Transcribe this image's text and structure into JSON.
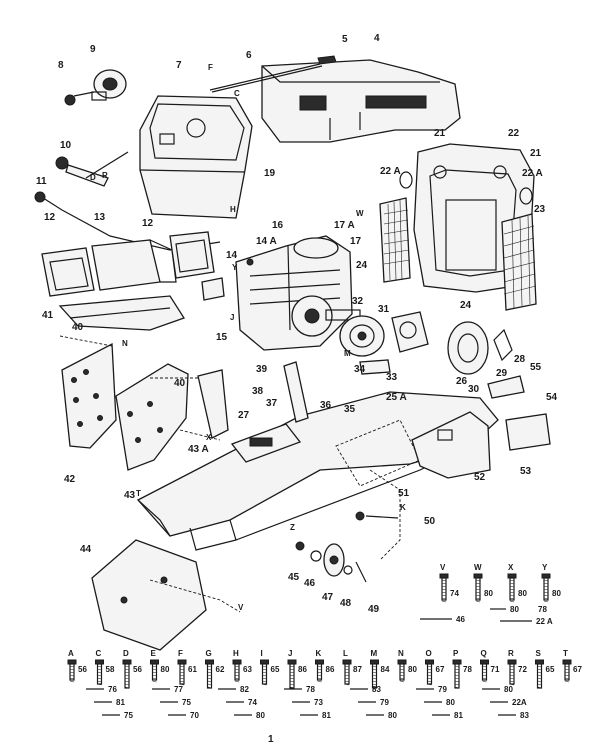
{
  "labels": {
    "l1": "1",
    "l4": "4",
    "l5": "5",
    "l6": "6",
    "l7": "7",
    "l8": "8",
    "l9": "9",
    "l10": "10",
    "l11": "11",
    "l12a": "12",
    "l12b": "12",
    "l13": "13",
    "l14": "14",
    "l14a": "14 A",
    "l15": "15",
    "l16": "16",
    "l17": "17",
    "l17a": "17 A",
    "l19": "19",
    "l21a": "21",
    "l21b": "21",
    "l22": "22",
    "l22a1": "22 A",
    "l22a2": "22 A",
    "l23": "23",
    "l24a": "24",
    "l24b": "24",
    "l25a": "25 A",
    "l26": "26",
    "l27": "27",
    "l28": "28",
    "l29": "29",
    "l30": "30",
    "l31": "31",
    "l32": "32",
    "l33": "33",
    "l34": "34",
    "l35": "35",
    "l36": "36",
    "l37": "37",
    "l38": "38",
    "l39": "39",
    "l40a": "40",
    "l40b": "40",
    "l41": "41",
    "l42": "42",
    "l43": "43",
    "l43a": "43 A",
    "l44": "44",
    "l45": "45",
    "l46": "46",
    "l47": "47",
    "l48": "48",
    "l49": "49",
    "l50": "50",
    "l51": "51",
    "l52": "52",
    "l53": "53",
    "l54": "54",
    "l55": "55"
  },
  "letters": {
    "c": "C",
    "d": "D",
    "f": "F",
    "h": "H",
    "j": "J",
    "k": "K",
    "m": "M",
    "n": "N",
    "r": "R",
    "t": "T",
    "v": "V",
    "w": "W",
    "x": "X",
    "y": "Y",
    "z": "Z"
  },
  "hardware_right": [
    {
      "letter": "V",
      "num": "74"
    },
    {
      "letter": "W",
      "num": "80"
    },
    {
      "letter": "X",
      "num": "80"
    },
    {
      "letter": "Y",
      "num": "80"
    }
  ],
  "hardware_right_extra": [
    "46",
    "80",
    "78",
    "22 A"
  ],
  "hardware_bottom": [
    {
      "letter": "A",
      "num": "56"
    },
    {
      "letter": "C",
      "num": "58"
    },
    {
      "letter": "D",
      "num": "56"
    },
    {
      "letter": "E",
      "num": "80"
    },
    {
      "letter": "F",
      "num": "61"
    },
    {
      "letter": "G",
      "num": "62"
    },
    {
      "letter": "H",
      "num": "63"
    },
    {
      "letter": "I",
      "num": "65"
    },
    {
      "letter": "J",
      "num": "86"
    },
    {
      "letter": "K",
      "num": "86"
    },
    {
      "letter": "L",
      "num": "87"
    },
    {
      "letter": "M",
      "num": "84"
    },
    {
      "letter": "N",
      "num": "80"
    },
    {
      "letter": "O",
      "num": "67"
    },
    {
      "letter": "P",
      "num": "78"
    },
    {
      "letter": "Q",
      "num": "71"
    },
    {
      "letter": "R",
      "num": "72"
    },
    {
      "letter": "S",
      "num": "65"
    },
    {
      "letter": "T",
      "num": "67"
    }
  ],
  "hardware_bottom_sub": [
    "76",
    "77",
    "82",
    "78",
    "83",
    "79",
    "80",
    "81",
    "75",
    "74",
    "73",
    "79",
    "80",
    "22A",
    "75",
    "70",
    "80",
    "81",
    "80",
    "81",
    "83"
  ],
  "page_number": "1"
}
